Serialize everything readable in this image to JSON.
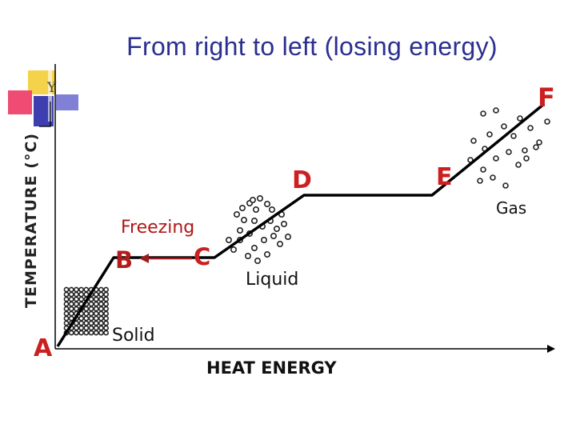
{
  "title": "From right to left (losing energy)",
  "axes": {
    "y_label": "TEMPERATURE (°C)",
    "x_label": "HEAT ENERGY",
    "y_char": "Y"
  },
  "points": {
    "a": "A",
    "b": "B",
    "c": "C",
    "d": "D",
    "e": "E",
    "f": "F"
  },
  "phase_labels": {
    "freezing": "Freezing",
    "solid": "Solid",
    "liquid": "Liquid",
    "gas": "Gas"
  },
  "colors": {
    "title": "#2b2f8f",
    "point_letters": "#cc1f1f",
    "heating_curve": "#000000",
    "arrow": "#9b1c1c"
  },
  "icons": {
    "solid_particles": "solid-lattice-icon",
    "liquid_particles": "liquid-cluster-icon",
    "gas_particles": "gas-molecules-icon",
    "decoration": "corner-squares-icon"
  }
}
